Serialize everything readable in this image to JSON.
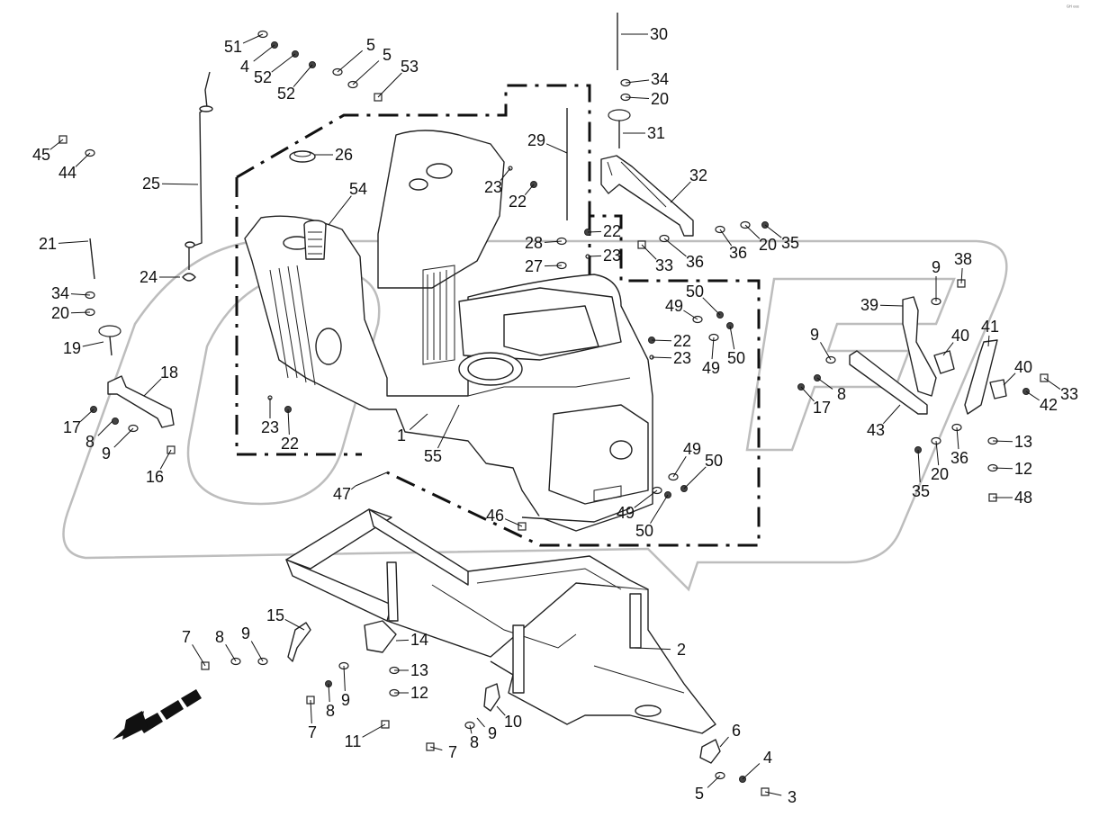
{
  "drawing": {
    "corner_code": "ᴳᴴ ᵉᵉᵉ",
    "direction_arrow": "front-direction-arrow",
    "labels": [
      {
        "id": "l1",
        "text": "1"
      },
      {
        "id": "l2",
        "text": "2"
      },
      {
        "id": "l3",
        "text": "3"
      },
      {
        "id": "l4a",
        "text": "4"
      },
      {
        "id": "l4b",
        "text": "4"
      },
      {
        "id": "l5a",
        "text": "5"
      },
      {
        "id": "l5b",
        "text": "5"
      },
      {
        "id": "l5c",
        "text": "5"
      },
      {
        "id": "l6",
        "text": "6"
      },
      {
        "id": "l7a",
        "text": "7"
      },
      {
        "id": "l7b",
        "text": "7"
      },
      {
        "id": "l7c",
        "text": "7"
      },
      {
        "id": "l8a",
        "text": "8"
      },
      {
        "id": "l8b",
        "text": "8"
      },
      {
        "id": "l8c",
        "text": "8"
      },
      {
        "id": "l8d",
        "text": "8"
      },
      {
        "id": "l8e",
        "text": "8"
      },
      {
        "id": "l9a",
        "text": "9"
      },
      {
        "id": "l9b",
        "text": "9"
      },
      {
        "id": "l9c",
        "text": "9"
      },
      {
        "id": "l9d",
        "text": "9"
      },
      {
        "id": "l9e",
        "text": "9"
      },
      {
        "id": "l9f",
        "text": "9"
      },
      {
        "id": "l10",
        "text": "10"
      },
      {
        "id": "l11",
        "text": "11"
      },
      {
        "id": "l12a",
        "text": "12"
      },
      {
        "id": "l12b",
        "text": "12"
      },
      {
        "id": "l13a",
        "text": "13"
      },
      {
        "id": "l13b",
        "text": "13"
      },
      {
        "id": "l14",
        "text": "14"
      },
      {
        "id": "l15",
        "text": "15"
      },
      {
        "id": "l16",
        "text": "16"
      },
      {
        "id": "l17a",
        "text": "17"
      },
      {
        "id": "l17b",
        "text": "17"
      },
      {
        "id": "l18",
        "text": "18"
      },
      {
        "id": "l19",
        "text": "19"
      },
      {
        "id": "l20a",
        "text": "20"
      },
      {
        "id": "l20b",
        "text": "20"
      },
      {
        "id": "l20c",
        "text": "20"
      },
      {
        "id": "l20d",
        "text": "20"
      },
      {
        "id": "l21",
        "text": "21"
      },
      {
        "id": "l22a",
        "text": "22"
      },
      {
        "id": "l22b",
        "text": "22"
      },
      {
        "id": "l22c",
        "text": "22"
      },
      {
        "id": "l22d",
        "text": "22"
      },
      {
        "id": "l23a",
        "text": "23"
      },
      {
        "id": "l23b",
        "text": "23"
      },
      {
        "id": "l23c",
        "text": "23"
      },
      {
        "id": "l23d",
        "text": "23"
      },
      {
        "id": "l24",
        "text": "24"
      },
      {
        "id": "l25",
        "text": "25"
      },
      {
        "id": "l26",
        "text": "26"
      },
      {
        "id": "l27",
        "text": "27"
      },
      {
        "id": "l28",
        "text": "28"
      },
      {
        "id": "l29",
        "text": "29"
      },
      {
        "id": "l30",
        "text": "30"
      },
      {
        "id": "l31",
        "text": "31"
      },
      {
        "id": "l32",
        "text": "32"
      },
      {
        "id": "l33a",
        "text": "33"
      },
      {
        "id": "l33b",
        "text": "33"
      },
      {
        "id": "l34a",
        "text": "34"
      },
      {
        "id": "l34b",
        "text": "34"
      },
      {
        "id": "l35a",
        "text": "35"
      },
      {
        "id": "l35b",
        "text": "35"
      },
      {
        "id": "l36a",
        "text": "36"
      },
      {
        "id": "l36b",
        "text": "36"
      },
      {
        "id": "l36c",
        "text": "36"
      },
      {
        "id": "l38",
        "text": "38"
      },
      {
        "id": "l39",
        "text": "39"
      },
      {
        "id": "l40a",
        "text": "40"
      },
      {
        "id": "l40b",
        "text": "40"
      },
      {
        "id": "l41",
        "text": "41"
      },
      {
        "id": "l42",
        "text": "42"
      },
      {
        "id": "l43",
        "text": "43"
      },
      {
        "id": "l44",
        "text": "44"
      },
      {
        "id": "l45",
        "text": "45"
      },
      {
        "id": "l46",
        "text": "46"
      },
      {
        "id": "l47",
        "text": "47"
      },
      {
        "id": "l48",
        "text": "48"
      },
      {
        "id": "l49a",
        "text": "49"
      },
      {
        "id": "l49b",
        "text": "49"
      },
      {
        "id": "l49c",
        "text": "49"
      },
      {
        "id": "l49d",
        "text": "49"
      },
      {
        "id": "l50a",
        "text": "50"
      },
      {
        "id": "l50b",
        "text": "50"
      },
      {
        "id": "l50c",
        "text": "50"
      },
      {
        "id": "l50d",
        "text": "50"
      },
      {
        "id": "l51",
        "text": "51"
      },
      {
        "id": "l52a",
        "text": "52"
      },
      {
        "id": "l52b",
        "text": "52"
      },
      {
        "id": "l53",
        "text": "53"
      },
      {
        "id": "l54",
        "text": "54"
      },
      {
        "id": "l55",
        "text": "55"
      }
    ]
  }
}
